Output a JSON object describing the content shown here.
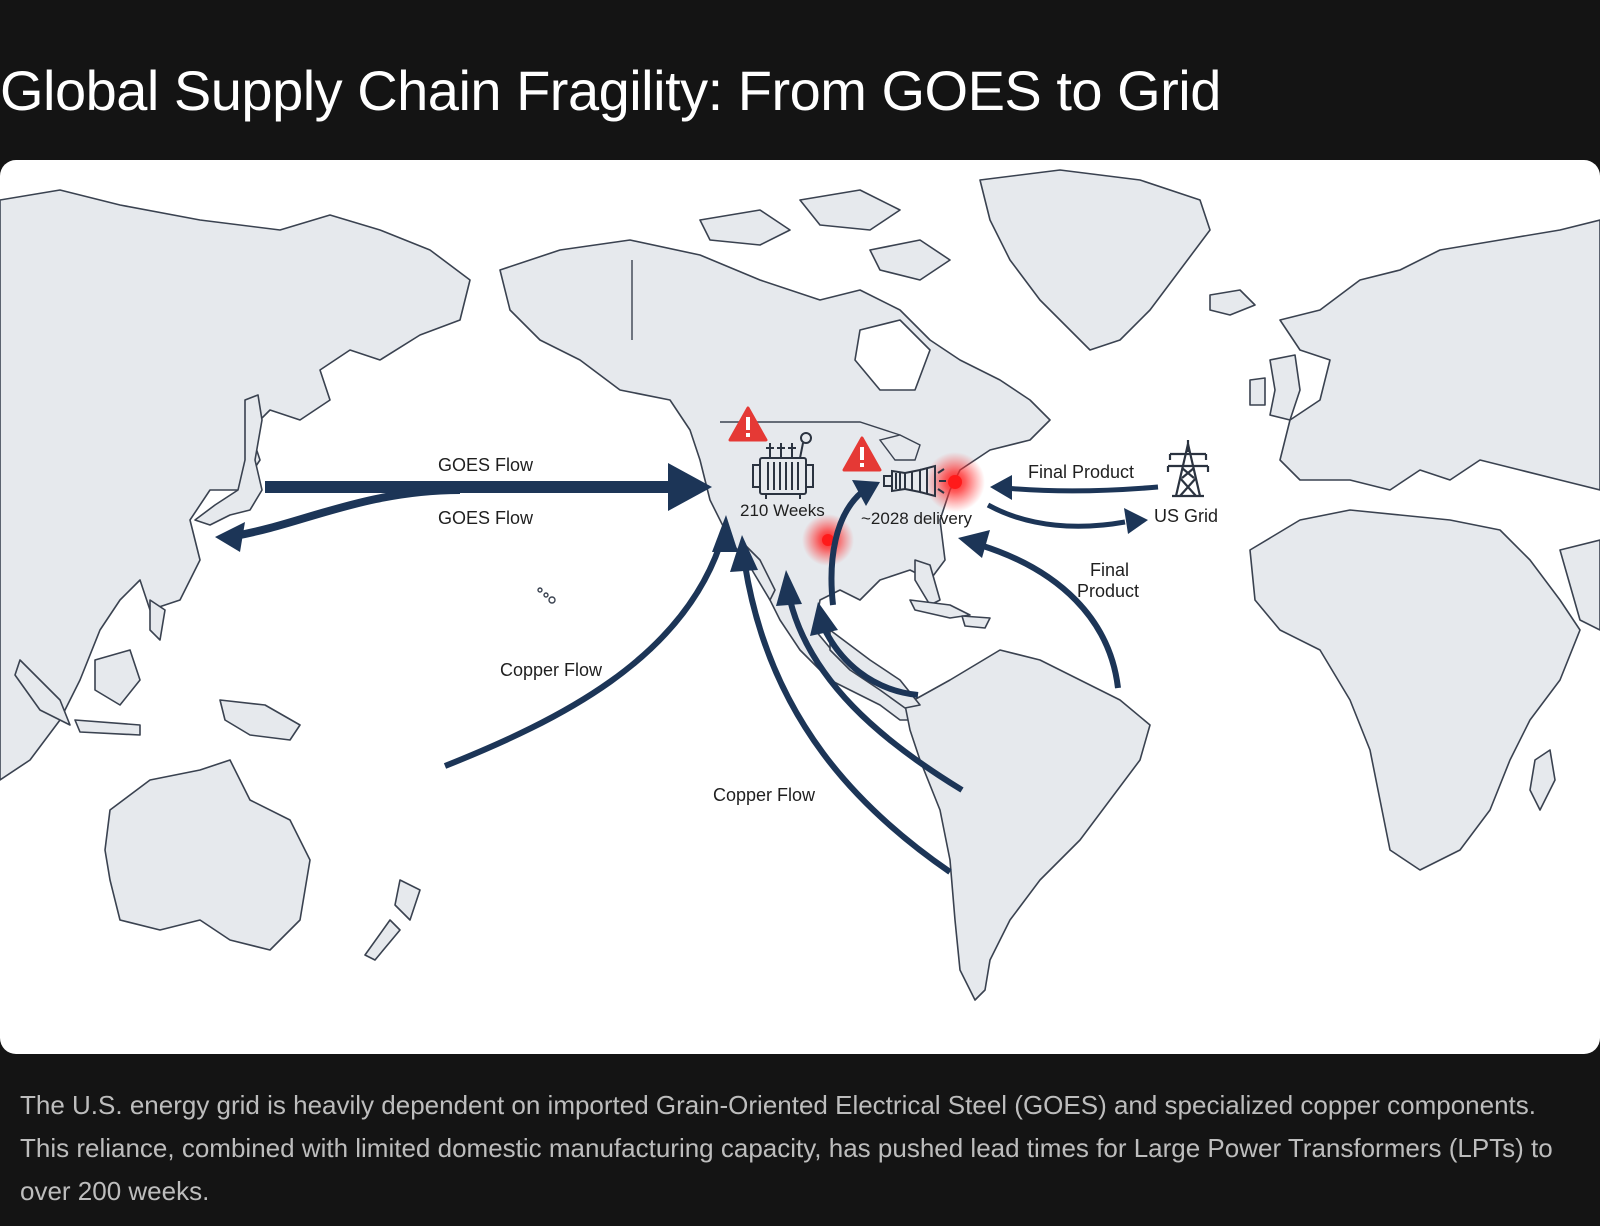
{
  "title": "Global Supply Chain Fragility: From GOES to Grid",
  "map": {
    "labels": {
      "goes_flow_top": "GOES Flow",
      "goes_flow_bottom": "GOES Flow",
      "copper_flow_pacific": "Copper Flow",
      "copper_flow_south": "Copper Flow",
      "transformer_lead_time": "210 Weeks",
      "delivery_estimate": "~2028 delivery",
      "final_product_top": "Final Product",
      "final_product_bottom_line1": "Final",
      "final_product_bottom_line2": "Product",
      "us_grid": "US Grid"
    },
    "icons": [
      "warning-icon",
      "transformer-icon",
      "generator-icon",
      "transmission-tower-icon"
    ],
    "hotspots": [
      "mexico-border-hotspot",
      "us-east-coast-hotspot"
    ],
    "colors": {
      "flow_arrow": "#1c3557",
      "warning": "#e53935",
      "hotspot": "#ff2020",
      "land": "#e6e9ed",
      "coastline": "#3a4250",
      "ocean": "#ffffff"
    }
  },
  "caption": "The U.S. energy grid is heavily dependent on imported Grain-Oriented Electrical Steel (GOES) and specialized copper components. This reliance, combined with limited domestic manufacturing capacity, has pushed lead times for Large Power Transformers (LPTs) to over 200 weeks."
}
